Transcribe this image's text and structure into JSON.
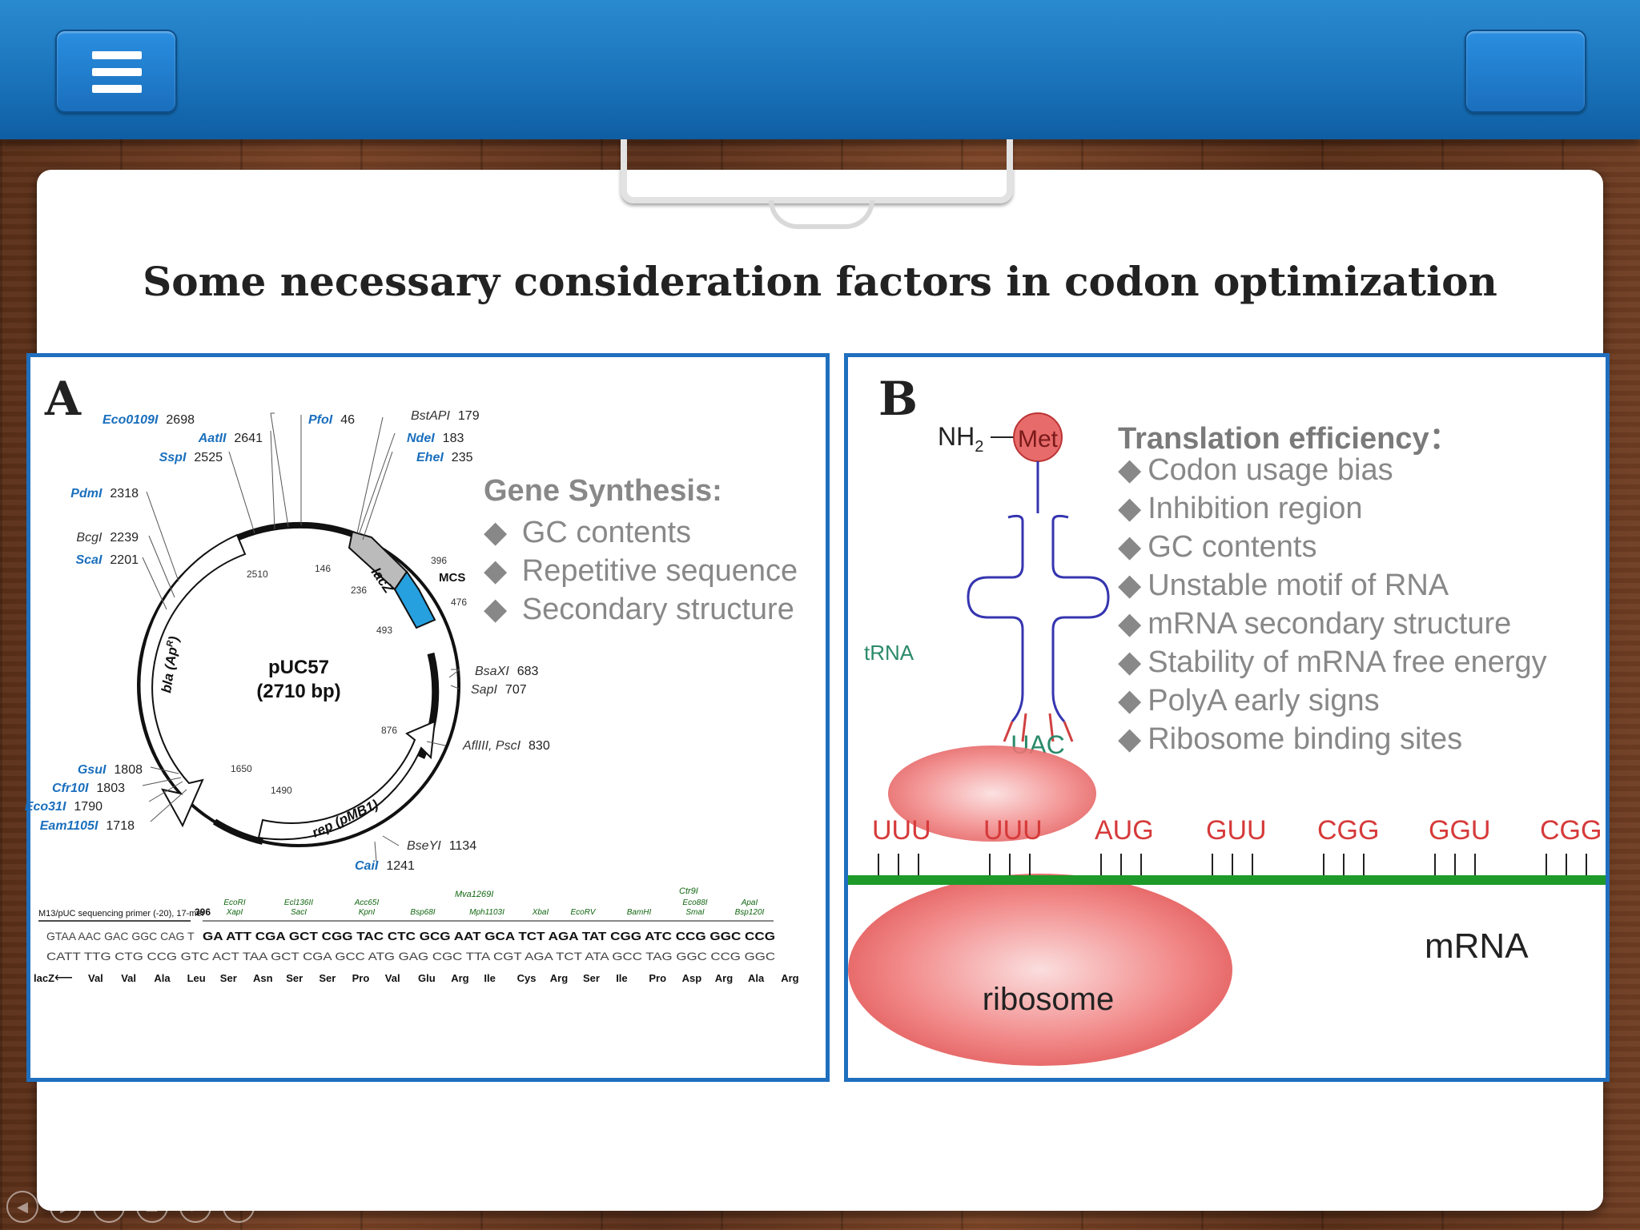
{
  "toolbar": {
    "menu_icon": "hamburger-menu-icon"
  },
  "slide": {
    "title": "Some necessary consideration factors in codon optimization",
    "panel_a": {
      "letter": "A",
      "plasmid_name": "pUC57",
      "plasmid_size": "(2710 bp)",
      "gene_bla": "bla (Ap",
      "gene_bla_sup": "R",
      "gene_lacz": "lacZ",
      "gene_rep": "rep (pMB1)",
      "mcs_label": "MCS",
      "outer_sites": [
        {
          "name": "Eco0109I",
          "pos": "2698",
          "blue": true
        },
        {
          "name": "PfoI",
          "pos": "46",
          "blue": true
        },
        {
          "name": "BstAPI",
          "pos": "179",
          "blue": false
        },
        {
          "name": "AatII",
          "pos": "2641",
          "blue": true
        },
        {
          "name": "NdeI",
          "pos": "183",
          "blue": true
        },
        {
          "name": "SspI",
          "pos": "2525",
          "blue": true
        },
        {
          "name": "EheI",
          "pos": "235",
          "blue": true
        },
        {
          "name": "PdmI",
          "pos": "2318",
          "blue": true
        },
        {
          "name": "BcgI",
          "pos": "2239",
          "blue": false
        },
        {
          "name": "ScaI",
          "pos": "2201",
          "blue": true
        },
        {
          "name": "BsaXI",
          "pos": "683",
          "blue": false
        },
        {
          "name": "SapI",
          "pos": "707",
          "blue": false
        },
        {
          "name": "AflIII, PscI",
          "pos": "830",
          "blue": false
        },
        {
          "name": "GsuI",
          "pos": "1808",
          "blue": true
        },
        {
          "name": "Cfr10I",
          "pos": "1803",
          "blue": true
        },
        {
          "name": "Eco31I",
          "pos": "1790",
          "blue": true
        },
        {
          "name": "Eam1105I",
          "pos": "1718",
          "blue": true
        },
        {
          "name": "BseYI",
          "pos": "1134",
          "blue": false
        },
        {
          "name": "CaiI",
          "pos": "1241",
          "blue": true
        }
      ],
      "inner_numbers": [
        "2510",
        "146",
        "236",
        "396",
        "476",
        "493",
        "876",
        "1650",
        "1490"
      ],
      "gene_synthesis": {
        "title": "Gene Synthesis:",
        "items": [
          "GC contents",
          "Repetitive sequence",
          "Secondary structure"
        ]
      },
      "seq": {
        "primer": "M13/pUC sequencing primer (-20), 17-mer",
        "start": "396",
        "enzymes_top": [
          "Mva1269I",
          "Ctr9I"
        ],
        "enzymes": [
          "EcoRI XapI",
          "Ecl136II SacI",
          "Acc65I KpnI",
          "Bsp68I",
          "Mph1103I",
          "XbaI",
          "EcoRV",
          "BamHI",
          "Eco88I SmaI",
          "ApaI Bsp120I"
        ],
        "line1_pre": "GTAA AAC GAC GGC CAG T",
        "line1": "GA ATT CGA GCT CGG TAC CTC GCG AAT GCA TCT AGA TAT CGG ATC CCG GGC CCG",
        "line2": "CATT TTG CTG CCG GTC ACT TAA GCT CGA GCC ATG GAG CGC TTA CGT AGA TCT ATA GCC TAG GGC CCG GGC",
        "lacz": "lacZ",
        "aa": [
          "Val",
          "Val",
          "Ala",
          "Leu",
          "Ser",
          "Asn",
          "Ser",
          "Ser",
          "Pro",
          "Val",
          "Glu",
          "Arg",
          "Ile",
          "Cys",
          "Arg",
          "Ser",
          "Ile",
          "Pro",
          "Asp",
          "Arg",
          "Ala",
          "Arg"
        ]
      }
    },
    "panel_b": {
      "letter": "B",
      "nh2": "NH",
      "nh2_sub": "2",
      "met": "Met",
      "trna": "tRNA",
      "anticodon": "UAC",
      "codons": [
        "UUU",
        "UUU",
        "AUG",
        "GUU",
        "CGG",
        "GGU",
        "CGG"
      ],
      "mrna": "mRNA",
      "ribosome": "ribosome",
      "translation": {
        "title": "Translation efficiency：",
        "items": [
          "Codon usage bias",
          "Inhibition region",
          "GC contents",
          "Unstable motif of RNA",
          "mRNA secondary structure",
          "Stability of mRNA free energy",
          "PolyA early signs",
          "Ribosome binding sites"
        ]
      }
    }
  },
  "footer": {
    "icons": [
      "prev-icon",
      "play-icon",
      "pen-icon",
      "copy-icon",
      "search-icon",
      "more-icon"
    ]
  },
  "colors": {
    "topbar": "#1b74bb",
    "panel_border": "#1f6fbe",
    "ribosome": "#e85a5a",
    "mrna_line": "#1e9a2a",
    "trna": "#3535b0"
  }
}
